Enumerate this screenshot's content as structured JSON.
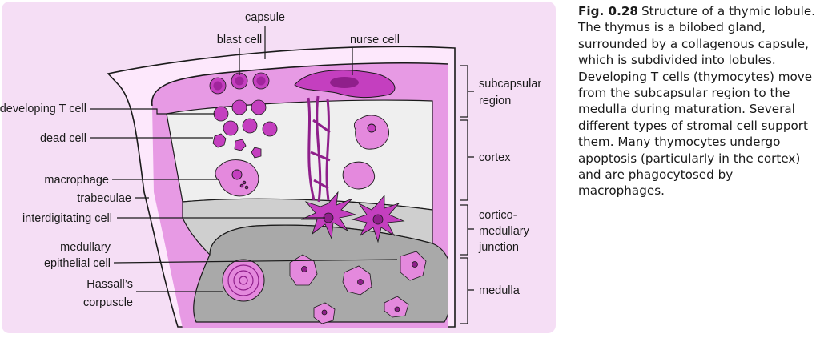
{
  "labels": {
    "capsule": "capsule",
    "blast_cell": "blast cell",
    "nurse_cell": "nurse cell",
    "developing_t_cell": "developing T cell",
    "dead_cell": "dead cell",
    "macrophage": "macrophage",
    "trabeculae": "trabeculae",
    "interdigitating_cell": "interdigitating cell",
    "medullary_epithelial_cell": [
      "medullary",
      "epithelial cell"
    ],
    "hassalls_corpuscle": [
      "Hassall’s",
      "corpuscle"
    ]
  },
  "regions": {
    "subcapsular": [
      "subcapsular",
      "region"
    ],
    "cortex": "cortex",
    "corticomedullary": [
      "cortico-",
      "medullary",
      "junction"
    ],
    "medulla": "medulla"
  },
  "caption": {
    "figure_number": "Fig. 0.28",
    "text": "Structure of a thymic lobule. The thymus is a bilobed gland, surrounded by a collagenous capsule, which is subdivided into lobules. Developing T cells (thymocytes) move from the subcapsular region to the medulla during maturation. Several different types of stromal cell support them. Many thymocytes undergo apoptosis (particularly in the cortex) and are phagocytosed by macrophages."
  },
  "colors": {
    "panel_background": "#f5def5",
    "capsule_fill": "#fde8fc",
    "subcapsular_band": "#e79ae4",
    "cortex_fill": "#efefef",
    "junction_fill": "#cfcfcf",
    "medulla_fill": "#a9a9a9",
    "cell_magenta": "#c43fbf",
    "cell_light": "#e489dd"
  }
}
